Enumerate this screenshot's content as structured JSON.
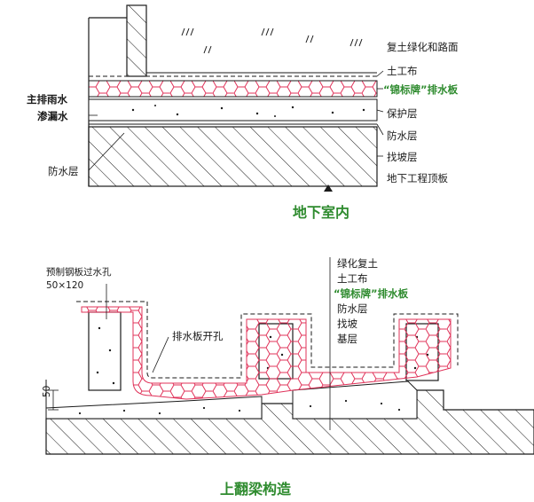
{
  "top": {
    "title": "地下室内",
    "right_labels": [
      "复土绿化和路面",
      "土工布",
      "“锦标牌”排水板",
      "保护层",
      "防水层",
      "找坡层",
      "地下工程顶板"
    ],
    "left_labels": [
      "主排雨水",
      "渗漏水",
      "防水层"
    ]
  },
  "bottom": {
    "title": "上翻梁构造",
    "right_labels": [
      "绿化复土",
      "土工布",
      "“锦标牌”排水板",
      "防水层",
      "找坡",
      "基层"
    ],
    "hole_label": "预制钢板过水孔",
    "hole_size": "50×120",
    "drain_hole_label": "排水板开孔",
    "dimension": "50"
  },
  "colors": {
    "accent_green": "#2e8b2e",
    "drainage_board_red": "#e0335a",
    "line": "#1a1a1a"
  }
}
